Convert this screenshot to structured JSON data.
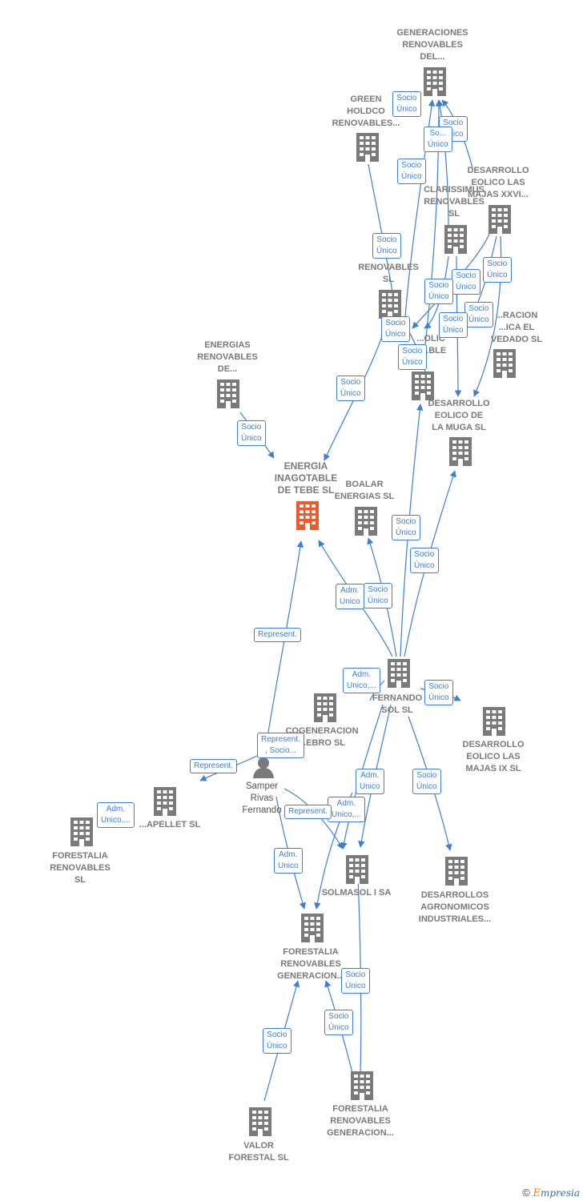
{
  "nodes": {
    "generaciones_renovables": "GENERACIONES\nRENOVABLES\nDEL...",
    "green_holdco": "GREEN\nHOLDCO\nRENOVABLES...",
    "desarrollo_majas_xxvi": "DESARROLLO\nEOLICO LAS\nMAJAS XXVI...",
    "clarissimus": "CLARISSIMUS\nRENOVABLES\nSL",
    "n_renovables": "N...\nRENOVABLES\nSL",
    "generacion_vedado": "...RACION\n...ICA EL\nVEDADO SL",
    "eolica_sostenible": "...OLIC\nS...BLE",
    "energias_renovables_de": "ENERGIAS\nRENOVABLES\nDE...",
    "desarrollo_muga": "DESARROLLO\nEOLICO DE\nLA MUGA SL",
    "energia_inagotable": "ENERGIA\nINAGOTABLE\nDE TEBE  SL",
    "boalar": "BOALAR\nENERGIAS  SL",
    "fernando_sol": "FERNANDO\nSOL SL",
    "cogeneracion_ebro": "COGENERACION\n...EBRO  SL",
    "desarrollo_majas_ix": "DESARROLLO\nEOLICO LAS\nMAJAS IX  SL",
    "capellet": "...APELLET  SL",
    "forestalia_renovables": "FORESTALIA\nRENOVABLES\nSL",
    "solmasol": "SOLMASOL I SA",
    "desarrollos_agronomicos": "DESARROLLOS\nAGRONOMICOS\nINDUSTRIALES...",
    "forestalia_generacion_1": "FORESTALIA\nRENOVABLES\nGENERACION...",
    "forestalia_generacion_2": "FORESTALIA\nRENOVABLES\nGENERACION...",
    "valor_forestal": "VALOR\nFORESTAL SL"
  },
  "person": "Samper\nRivas\nFernando",
  "edge_labels": {
    "socio_unico": "Socio\nÚnico",
    "adm_unico": "Adm.\nUnico",
    "adm_unico_etc": "Adm.\nUnico,...",
    "represent": "Represent.",
    "represent_socio": "Represent.\n, Socio...",
    "so_unico_partial": "So...\nÚnico",
    "socio_partial": "Socio\n...nico"
  },
  "footer": {
    "copyright": "©",
    "brand_e": "E",
    "brand_rest": "mpresia"
  },
  "colors": {
    "edge": "#3d7fd6",
    "building": "#7a7a7a",
    "main_building": "#f05a28"
  }
}
